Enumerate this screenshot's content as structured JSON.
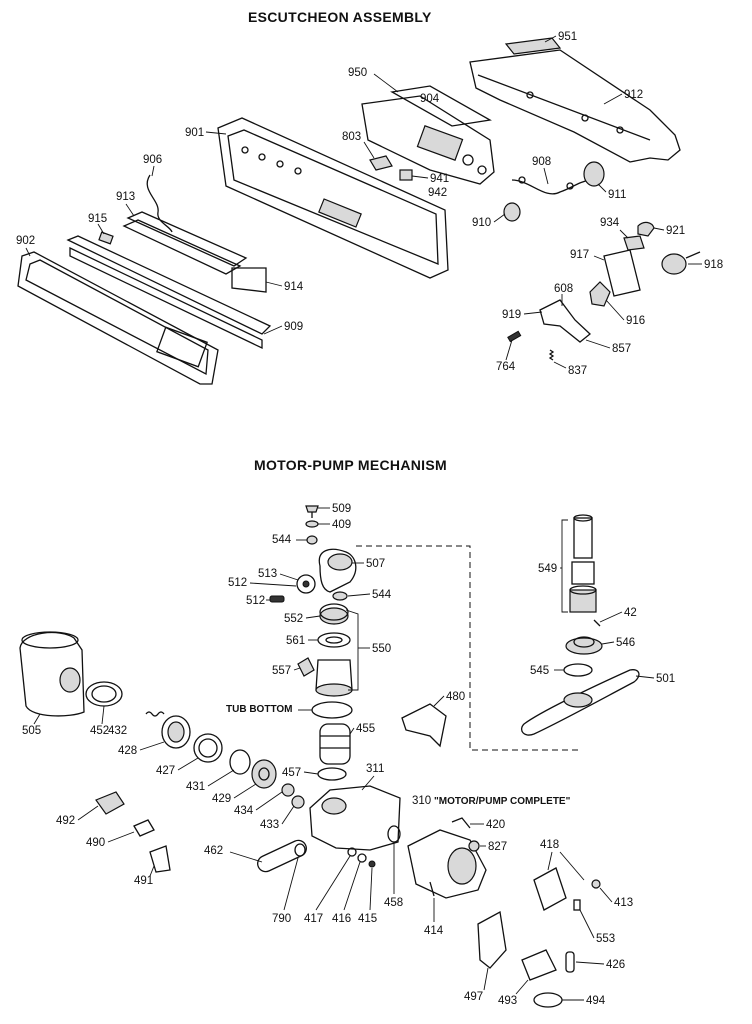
{
  "sections": {
    "escutcheon_title": "ESCUTCHEON ASSEMBLY",
    "motor_pump_title": "MOTOR-PUMP MECHANISM"
  },
  "escutcheon_labels": {
    "p951": "951",
    "p950": "950",
    "p904": "904",
    "p912": "912",
    "p901": "901",
    "p803": "803",
    "p906": "906",
    "p941": "941",
    "p942": "942",
    "p908": "908",
    "p911": "911",
    "p913": "913",
    "p915": "915",
    "p910": "910",
    "p934": "934",
    "p921": "921",
    "p902": "902",
    "p917": "917",
    "p918": "918",
    "p914": "914",
    "p608": "608",
    "p919": "919",
    "p916": "916",
    "p909": "909",
    "p857": "857",
    "p764": "764",
    "p837": "837"
  },
  "pump_labels": {
    "p509": "509",
    "p409": "409",
    "p544a": "544",
    "p507": "507",
    "p513": "513",
    "p512a": "512",
    "p512b": "512",
    "p544b": "544",
    "p552": "552",
    "p561": "561",
    "p550": "550",
    "p557": "557",
    "p549": "549",
    "p42": "42",
    "p546": "546",
    "p545": "545",
    "p501": "501",
    "p505": "505",
    "p452": "452",
    "p432": "432",
    "p428": "428",
    "p480": "480",
    "tub_bottom": "TUB BOTTOM",
    "p455": "455",
    "p427": "427",
    "p431": "431",
    "p429": "429",
    "p457": "457",
    "p434": "434",
    "p311": "311",
    "p433": "433",
    "p310": "310",
    "motor_pump_complete": "\"MOTOR/PUMP COMPLETE\"",
    "p420": "420",
    "p492": "492",
    "p827": "827",
    "p490": "490",
    "p462": "462",
    "p418": "418",
    "p413": "413",
    "p491": "491",
    "p790": "790",
    "p417": "417",
    "p416": "416",
    "p415": "415",
    "p458": "458",
    "p414": "414",
    "p553": "553",
    "p426": "426",
    "p497": "497",
    "p493": "493",
    "p494": "494"
  }
}
